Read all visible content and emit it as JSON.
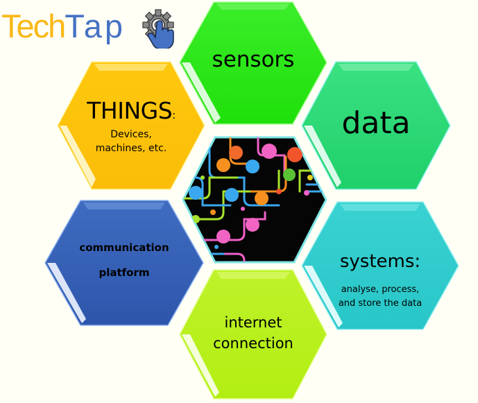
{
  "logo": {
    "part1": "Tech",
    "part2": "Tap",
    "part1_color": "#f9b816",
    "part2_color": "#4672c4",
    "icon": "gear-hand-pointer-icon"
  },
  "hexagons": {
    "sensors": {
      "title": "sensors",
      "color": "#22e40a"
    },
    "data": {
      "title": "data",
      "color": "#23d877"
    },
    "things": {
      "title": "THINGS",
      "colon": ":",
      "subtitle_line1": "Devices,",
      "subtitle_line2": "machines, etc.",
      "color": "#fdc30c"
    },
    "center": {
      "image": "network-icons-illustration",
      "color": "#050505"
    },
    "communication": {
      "line1": "communication",
      "line2": "platform",
      "color": "#3561b5"
    },
    "systems": {
      "title": "systems:",
      "subtitle_line1": "analyse, process,",
      "subtitle_line2": "and store the data",
      "color": "#2ccbcc"
    },
    "internet": {
      "line1": "internet",
      "line2": "connection",
      "color": "#b7f11a"
    }
  }
}
